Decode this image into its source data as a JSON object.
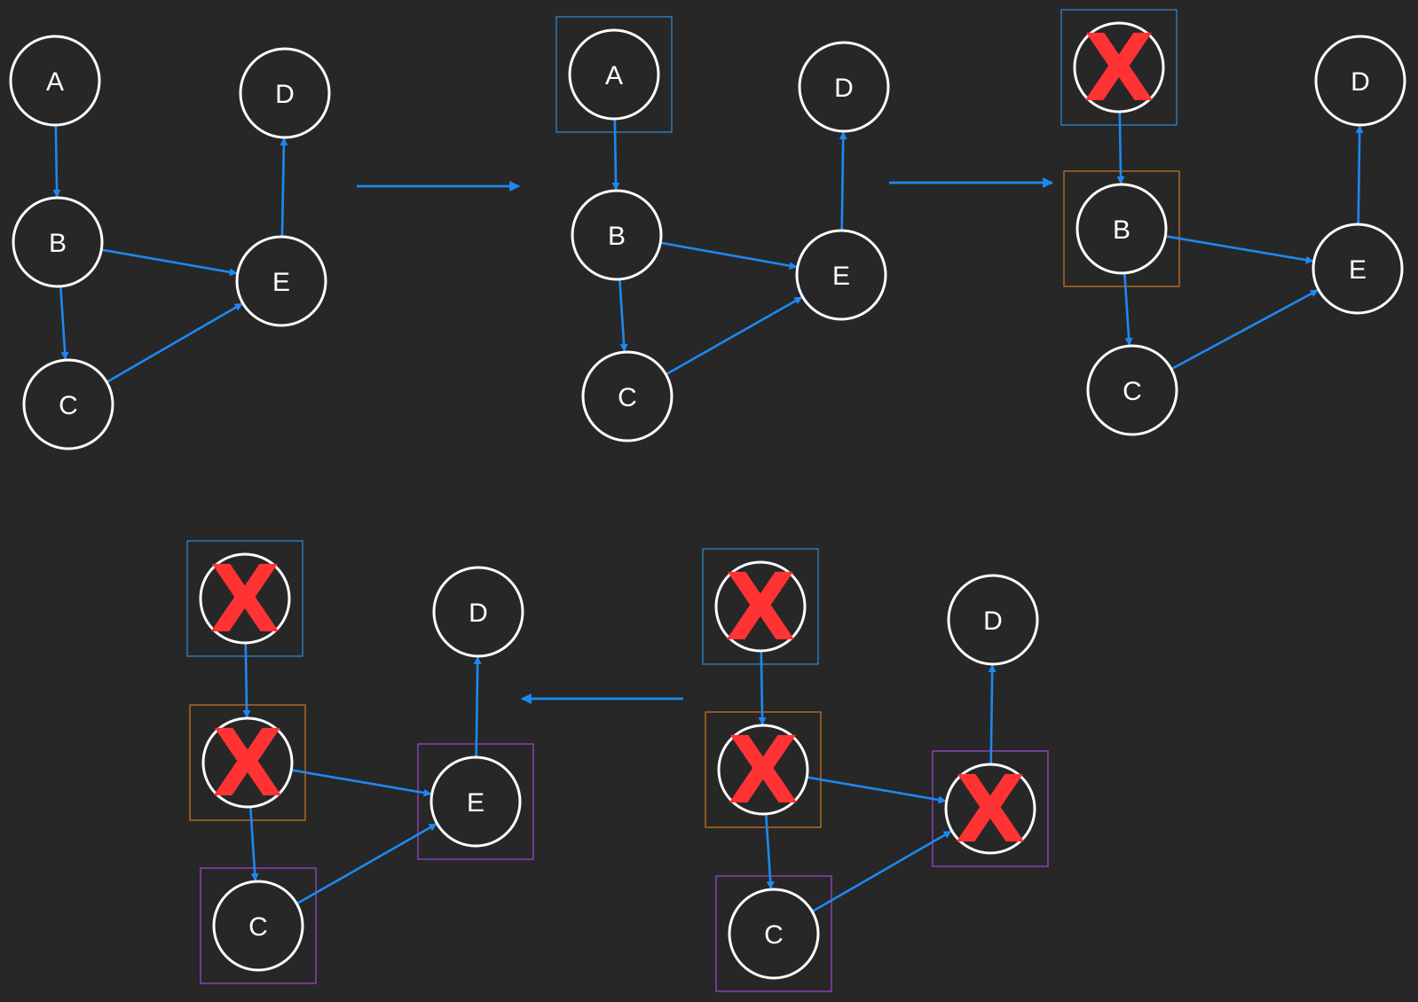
{
  "colors": {
    "background": "#272727",
    "node_stroke": "#ffffff",
    "node_fill": "#272727",
    "edge": "#1e88f0",
    "x_mark": "#ff3333",
    "box_blue": "#2f86c9",
    "box_orange": "#c27222",
    "box_purple": "#9b45c8"
  },
  "icons": {
    "removed_marker": "x-mark-icon"
  },
  "x_mark_glyph": "X",
  "stages": [
    {
      "nodes": [
        {
          "id": "A",
          "label": "A",
          "removed": false,
          "box": null
        },
        {
          "id": "B",
          "label": "B",
          "removed": false,
          "box": null
        },
        {
          "id": "C",
          "label": "C",
          "removed": false,
          "box": null
        },
        {
          "id": "D",
          "label": "D",
          "removed": false,
          "box": null
        },
        {
          "id": "E",
          "label": "E",
          "removed": false,
          "box": null
        }
      ],
      "edges": [
        [
          "A",
          "B"
        ],
        [
          "B",
          "C"
        ],
        [
          "B",
          "E"
        ],
        [
          "C",
          "E"
        ],
        [
          "E",
          "D"
        ]
      ]
    },
    {
      "nodes": [
        {
          "id": "A",
          "label": "A",
          "removed": false,
          "box": "blue"
        },
        {
          "id": "B",
          "label": "B",
          "removed": false,
          "box": null
        },
        {
          "id": "C",
          "label": "C",
          "removed": false,
          "box": null
        },
        {
          "id": "D",
          "label": "D",
          "removed": false,
          "box": null
        },
        {
          "id": "E",
          "label": "E",
          "removed": false,
          "box": null
        }
      ],
      "edges": [
        [
          "A",
          "B"
        ],
        [
          "B",
          "C"
        ],
        [
          "B",
          "E"
        ],
        [
          "C",
          "E"
        ],
        [
          "E",
          "D"
        ]
      ]
    },
    {
      "nodes": [
        {
          "id": "A",
          "label": "",
          "removed": true,
          "box": "blue"
        },
        {
          "id": "B",
          "label": "B",
          "removed": false,
          "box": "orange"
        },
        {
          "id": "C",
          "label": "C",
          "removed": false,
          "box": null
        },
        {
          "id": "D",
          "label": "D",
          "removed": false,
          "box": null
        },
        {
          "id": "E",
          "label": "E",
          "removed": false,
          "box": null
        }
      ],
      "edges": [
        [
          "A",
          "B"
        ],
        [
          "B",
          "C"
        ],
        [
          "B",
          "E"
        ],
        [
          "C",
          "E"
        ],
        [
          "E",
          "D"
        ]
      ]
    },
    {
      "nodes": [
        {
          "id": "A",
          "label": "",
          "removed": true,
          "box": "blue"
        },
        {
          "id": "B",
          "label": "",
          "removed": true,
          "box": "orange"
        },
        {
          "id": "C",
          "label": "C",
          "removed": false,
          "box": "purple"
        },
        {
          "id": "D",
          "label": "D",
          "removed": false,
          "box": null
        },
        {
          "id": "E",
          "label": "E",
          "removed": false,
          "box": "purple"
        }
      ],
      "edges": [
        [
          "A",
          "B"
        ],
        [
          "B",
          "C"
        ],
        [
          "B",
          "E"
        ],
        [
          "C",
          "E"
        ],
        [
          "E",
          "D"
        ]
      ]
    },
    {
      "nodes": [
        {
          "id": "A",
          "label": "",
          "removed": true,
          "box": "blue"
        },
        {
          "id": "B",
          "label": "",
          "removed": true,
          "box": "orange"
        },
        {
          "id": "C",
          "label": "C",
          "removed": false,
          "box": "purple"
        },
        {
          "id": "D",
          "label": "D",
          "removed": false,
          "box": null
        },
        {
          "id": "E",
          "label": "",
          "removed": true,
          "box": "purple"
        }
      ],
      "edges": [
        [
          "A",
          "B"
        ],
        [
          "B",
          "C"
        ],
        [
          "B",
          "E"
        ],
        [
          "C",
          "E"
        ],
        [
          "E",
          "D"
        ]
      ]
    }
  ],
  "transitions": [
    {
      "from": 0,
      "to": 1
    },
    {
      "from": 1,
      "to": 2
    },
    {
      "from": 3,
      "to": 4
    }
  ]
}
